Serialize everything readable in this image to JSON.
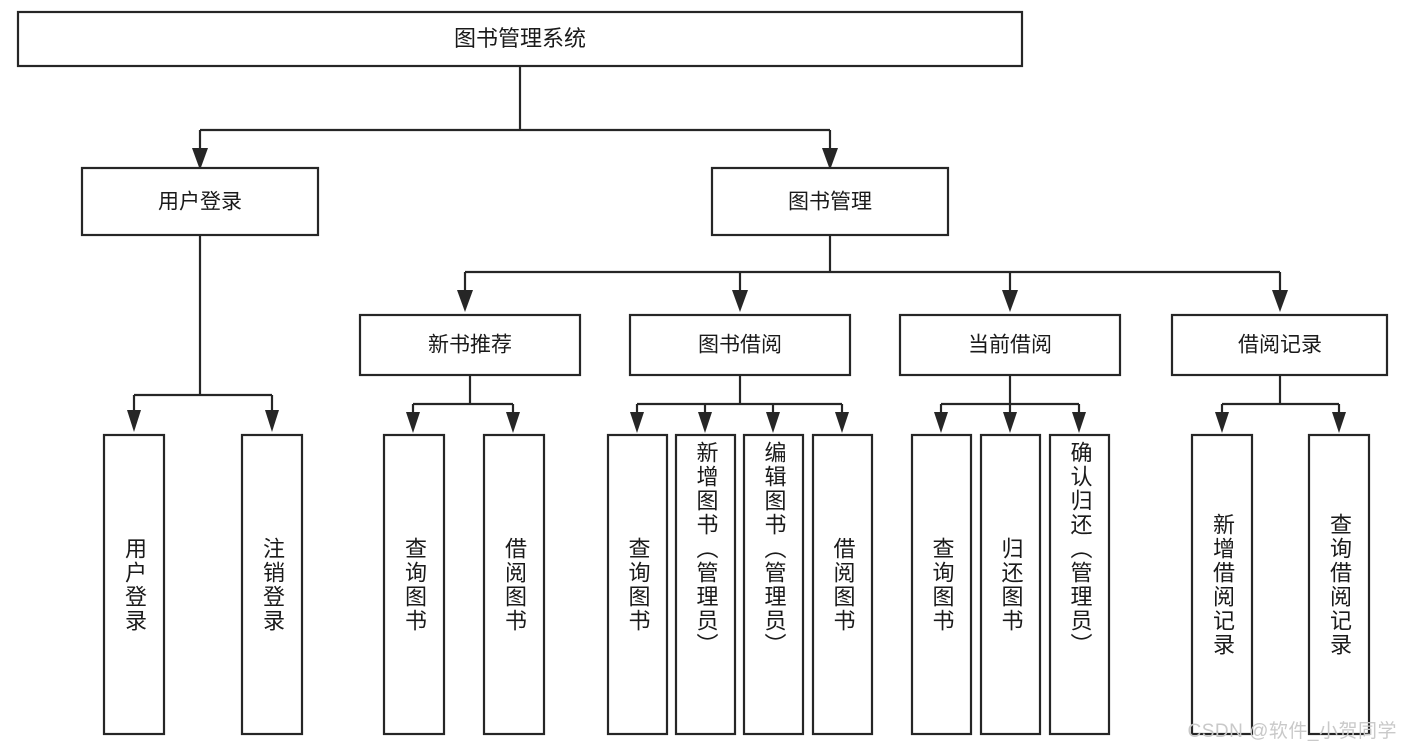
{
  "diagram": {
    "type": "tree",
    "title": "图书管理系统",
    "root": {
      "id": "root",
      "label": "图书管理系统"
    },
    "level1": [
      {
        "id": "user-login",
        "label": "用户登录"
      },
      {
        "id": "book-manage",
        "label": "图书管理"
      }
    ],
    "level2": [
      {
        "id": "new-book-rec",
        "label": "新书推荐",
        "parent": "book-manage"
      },
      {
        "id": "book-borrow",
        "label": "图书借阅",
        "parent": "book-manage"
      },
      {
        "id": "current-borrow",
        "label": "当前借阅",
        "parent": "book-manage"
      },
      {
        "id": "borrow-record",
        "label": "借阅记录",
        "parent": "book-manage"
      }
    ],
    "leaves": [
      {
        "id": "leaf-user-login",
        "label": "用户登录",
        "parent": "user-login"
      },
      {
        "id": "leaf-user-logout",
        "label": "注销登录",
        "parent": "user-login"
      },
      {
        "id": "leaf-query-book-1",
        "label": "查询图书",
        "parent": "new-book-rec"
      },
      {
        "id": "leaf-borrow-book-1",
        "label": "借阅图书",
        "parent": "new-book-rec"
      },
      {
        "id": "leaf-query-book-2",
        "label": "查询图书",
        "parent": "book-borrow"
      },
      {
        "id": "leaf-add-book",
        "label": "新增图书（管理员）",
        "parent": "book-borrow"
      },
      {
        "id": "leaf-edit-book",
        "label": "编辑图书（管理员）",
        "parent": "book-borrow"
      },
      {
        "id": "leaf-borrow-book-2",
        "label": "借阅图书",
        "parent": "book-borrow"
      },
      {
        "id": "leaf-query-book-3",
        "label": "查询图书",
        "parent": "current-borrow"
      },
      {
        "id": "leaf-return-book",
        "label": "归还图书",
        "parent": "current-borrow"
      },
      {
        "id": "leaf-confirm-return",
        "label": "确认归还（管理员）",
        "parent": "current-borrow"
      },
      {
        "id": "leaf-add-record",
        "label": "新增借阅记录",
        "parent": "borrow-record"
      },
      {
        "id": "leaf-query-record",
        "label": "查询借阅记录",
        "parent": "borrow-record"
      }
    ]
  },
  "watermark": {
    "text": "CSDN @软件_小贺同学"
  },
  "colors": {
    "stroke": "#262626",
    "box_fill": "#ffffff",
    "text": "#1a1a1a",
    "watermark": "#c9c9c9",
    "background": "#ffffff"
  }
}
